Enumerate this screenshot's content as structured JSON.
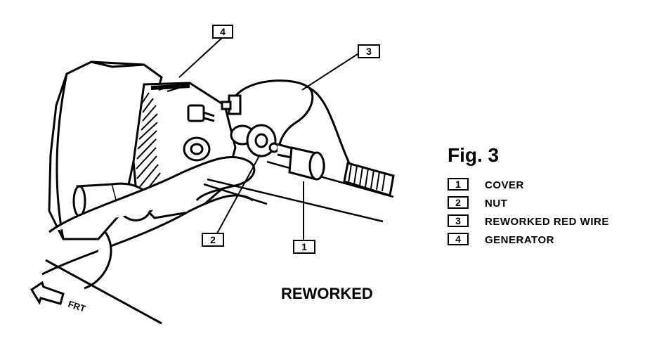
{
  "figure": {
    "title": "Fig. 3",
    "caption": "REWORKED",
    "direction_label": "FRT"
  },
  "legend": [
    {
      "number": "1",
      "label": "COVER"
    },
    {
      "number": "2",
      "label": "NUT"
    },
    {
      "number": "3",
      "label": "REWORKED RED WIRE"
    },
    {
      "number": "4",
      "label": "GENERATOR"
    }
  ],
  "callouts": {
    "cover": "1",
    "nut": "2",
    "wire": "3",
    "generator": "4"
  }
}
